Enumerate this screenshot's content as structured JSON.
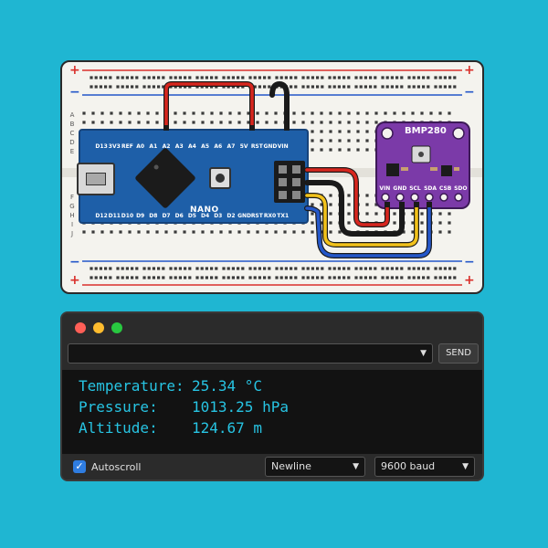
{
  "breadboard": {
    "rail_plus": "+",
    "rail_minus": "−",
    "row_letters_top": [
      "A",
      "B",
      "C",
      "D",
      "E"
    ],
    "row_letters_bottom": [
      "F",
      "G",
      "H",
      "I",
      "J"
    ]
  },
  "nano": {
    "name": "NANO",
    "top_pins": [
      "D13",
      "3V3",
      "REF",
      "A0",
      "A1",
      "A2",
      "A3",
      "A4",
      "A5",
      "A6",
      "A7",
      "5V",
      "RST",
      "GND",
      "VIN"
    ],
    "bottom_pins": [
      "D12",
      "D11",
      "D10",
      "D9",
      "D8",
      "D7",
      "D6",
      "D5",
      "D4",
      "D3",
      "D2",
      "GND",
      "RST",
      "RX0",
      "TX1"
    ]
  },
  "bmp280": {
    "name": "BMP280",
    "pins": [
      "VIN",
      "GND",
      "SCL",
      "SDA",
      "CSB",
      "SDO"
    ]
  },
  "wires": {
    "red": "#d7261e",
    "black": "#1a1a1a",
    "yellow": "#f2c21b",
    "blue": "#2457c9"
  },
  "serial_monitor": {
    "send_label": "SEND",
    "input_value": "",
    "output": [
      {
        "label": "Temperature:",
        "value": "25.34 °C"
      },
      {
        "label": "Pressure:",
        "value": "1013.25 hPa"
      },
      {
        "label": "Altitude:",
        "value": "124.67 m"
      }
    ],
    "autoscroll_label": "Autoscroll",
    "autoscroll_checked": true,
    "line_ending": "Newline",
    "baud_rate": "9600 baud",
    "dropdown_icon": "chevron-down-icon",
    "check_icon": "✓"
  }
}
